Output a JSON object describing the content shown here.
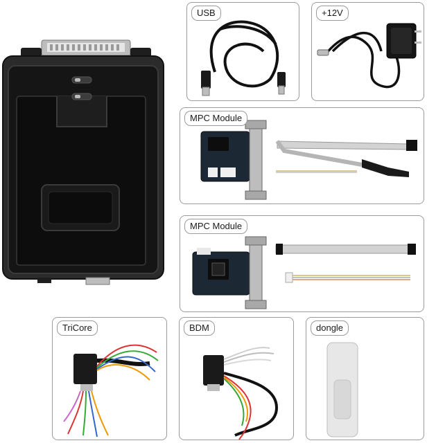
{
  "panels": {
    "usb": {
      "label": "USB"
    },
    "power": {
      "label": "+12V"
    },
    "mpc1": {
      "label": "MPC Module"
    },
    "mpc2": {
      "label": "MPC Module"
    },
    "tricore": {
      "label": "TriCore"
    },
    "bdm": {
      "label": "BDM"
    },
    "dongle": {
      "label": "dongle"
    }
  },
  "colors": {
    "device_body": "#2b2b2b",
    "device_face": "#0d0d0d",
    "cable_black": "#111111",
    "pcb_dark": "#1c2833",
    "ribbon_grey": "#c9c9c9",
    "dongle_white": "#e7e7e7"
  }
}
